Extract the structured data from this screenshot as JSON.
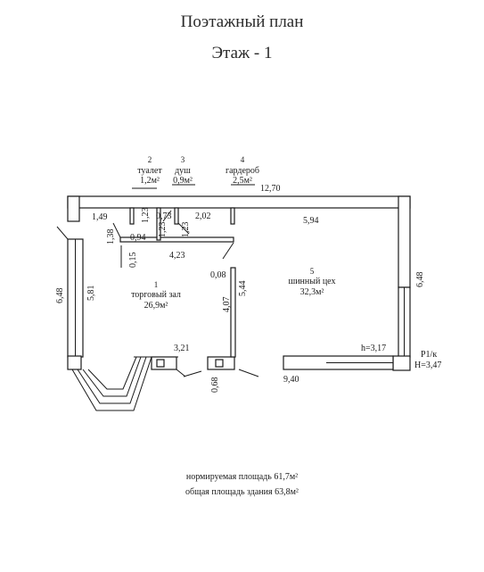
{
  "header": {
    "title": "Поэтажный план",
    "floor": "Этаж  - 1"
  },
  "rooms": [
    {
      "num": "1",
      "name": "торговый зал",
      "area": "26,9м²"
    },
    {
      "num": "2",
      "name": "туалет",
      "area": "1,2м²"
    },
    {
      "num": "3",
      "name": "душ",
      "area": "0,9м²"
    },
    {
      "num": "4",
      "name": "гардероб",
      "area": "2,5м²"
    },
    {
      "num": "5",
      "name": "шинный цех",
      "area": "32,3м²"
    }
  ],
  "dimensions": {
    "d_12_70": "12,70",
    "d_5_94": "5,94",
    "d_1_49": "1,49",
    "d_0_73": "0,73",
    "d_2_02": "2,02",
    "d_1_23a": "1,23",
    "d_1_23b": "1,23",
    "d_1_23c": "1,23",
    "d_1_38": "1,38",
    "d_0_94": "0,94",
    "d_0_15": "0,15",
    "d_4_23": "4,23",
    "d_0_08": "0,08",
    "d_5_44": "5,44",
    "d_4_07": "4,07",
    "d_6_48_left": "6,48",
    "d_6_48_right": "6,48",
    "d_5_81": "5,81",
    "d_3_21": "3,21",
    "d_0_68": "0,68",
    "d_9_40": "9,40",
    "h_3_17": "h=3,17",
    "p1k": "Р1/к",
    "h_3_47": "Н=3,47"
  },
  "footer": {
    "normative_area": "нормируемая площадь 61,7м²",
    "total_area": "общая площадь здания 63,8м²"
  }
}
